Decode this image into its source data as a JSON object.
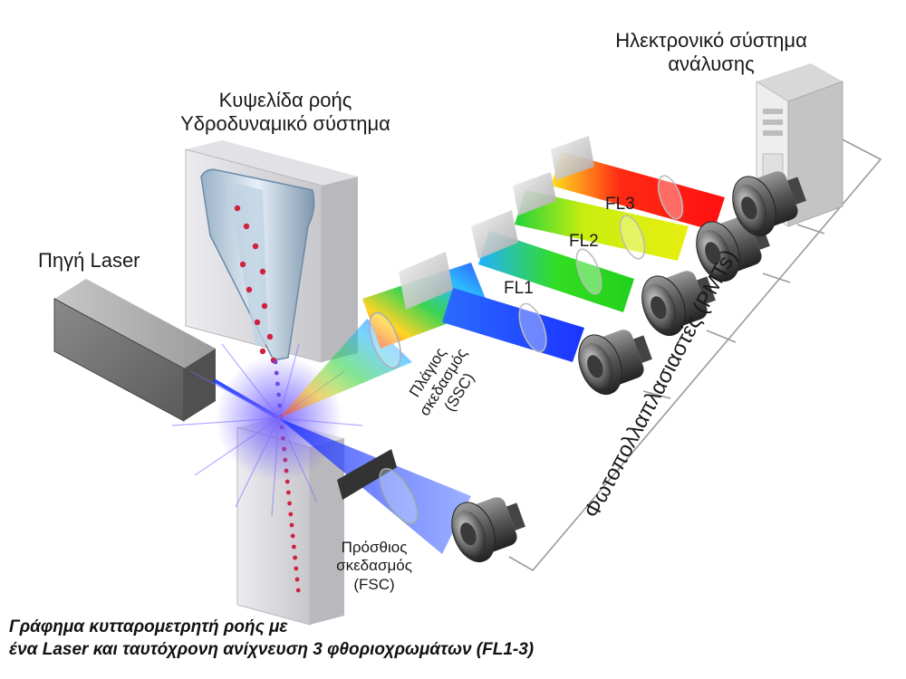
{
  "labels": {
    "analysis_system": [
      "Ηλεκτρονικό σύστημα",
      "ανάλυσης"
    ],
    "flow_cell": [
      "Κυψελίδα ροής",
      "Υδροδυναμικό σύστημα"
    ],
    "laser_source": "Πηγή Laser",
    "fl1": "FL1",
    "fl2": "FL2",
    "fl3": "FL3",
    "side_scatter": [
      "Πλάγιος",
      "σκεδασμός",
      "(SSC)"
    ],
    "forward_scatter": [
      "Πρόσθιος",
      "σκεδασμός",
      "(FSC)"
    ],
    "photomultipliers": "Φωτοπολλαπλασιαστές (PMTs)"
  },
  "caption": [
    "Γράφημα κυτταρομετρητή ροής με",
    "ένα Laser και ταυτόχρονη ανίχνευση 3 φθοριοχρωμάτων (FL1-3)"
  ],
  "colors": {
    "laser_beam": "#1e3cff",
    "fl1_beam": "#2255ff",
    "fl2_beam": "#33dd22",
    "fl3_beam_yellow": "#e8ee10",
    "fl3_beam_red": "#ff1a10",
    "cell_dots": "#d02040",
    "housing": "#c8c8cc"
  },
  "icons": {
    "laser": "laser-box-icon",
    "flow_cell": "flow-cell-icon",
    "detector": "pmt-detector-icon",
    "computer": "computer-tower-icon",
    "mirror": "dichroic-mirror-icon",
    "lens": "lens-icon"
  }
}
